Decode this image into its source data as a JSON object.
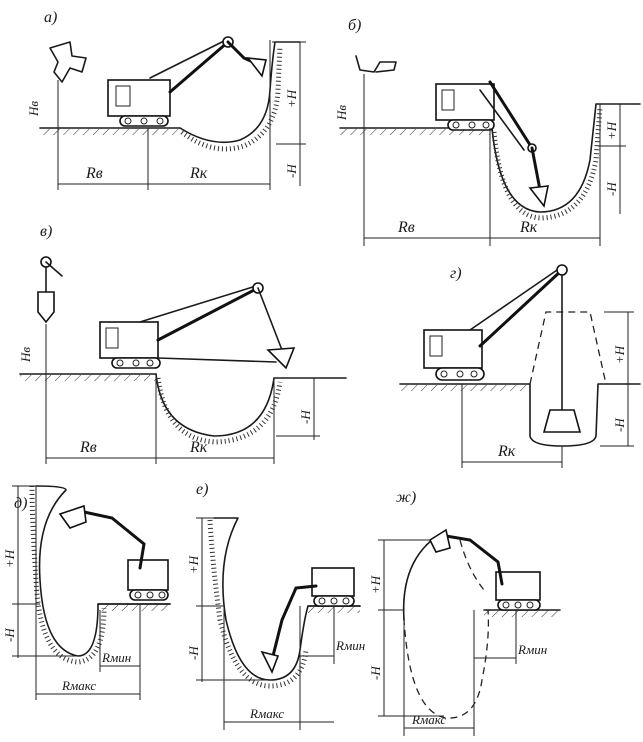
{
  "panels": {
    "a": {
      "letter": "а)",
      "hb": "Hв",
      "rb": "Rв",
      "rk": "Rк",
      "plus_h": "+H",
      "minus_h": "-H"
    },
    "b": {
      "letter": "б)",
      "hb": "Hв",
      "rb": "Rв",
      "rk": "Rк",
      "plus_h": "+H",
      "minus_h": "-H"
    },
    "v": {
      "letter": "в)",
      "hb": "Hв",
      "rb": "Rв",
      "rk": "Rк",
      "minus_h": "-H"
    },
    "g": {
      "letter": "г)",
      "rk": "Rк",
      "plus_h": "+H",
      "minus_h": "-H"
    },
    "d": {
      "letter": "д)",
      "plus_h": "+H",
      "minus_h": "-H",
      "rmin": "Rмин",
      "rmax": "Rмакс"
    },
    "e": {
      "letter": "е)",
      "plus_h": "+H",
      "minus_h": "-H",
      "rmin": "Rмин",
      "rmax": "Rмакс"
    },
    "zh": {
      "letter": "ж)",
      "plus_h": "+H",
      "minus_h": "-H",
      "rmin": "Rмин",
      "rmax": "Rмакс"
    }
  }
}
